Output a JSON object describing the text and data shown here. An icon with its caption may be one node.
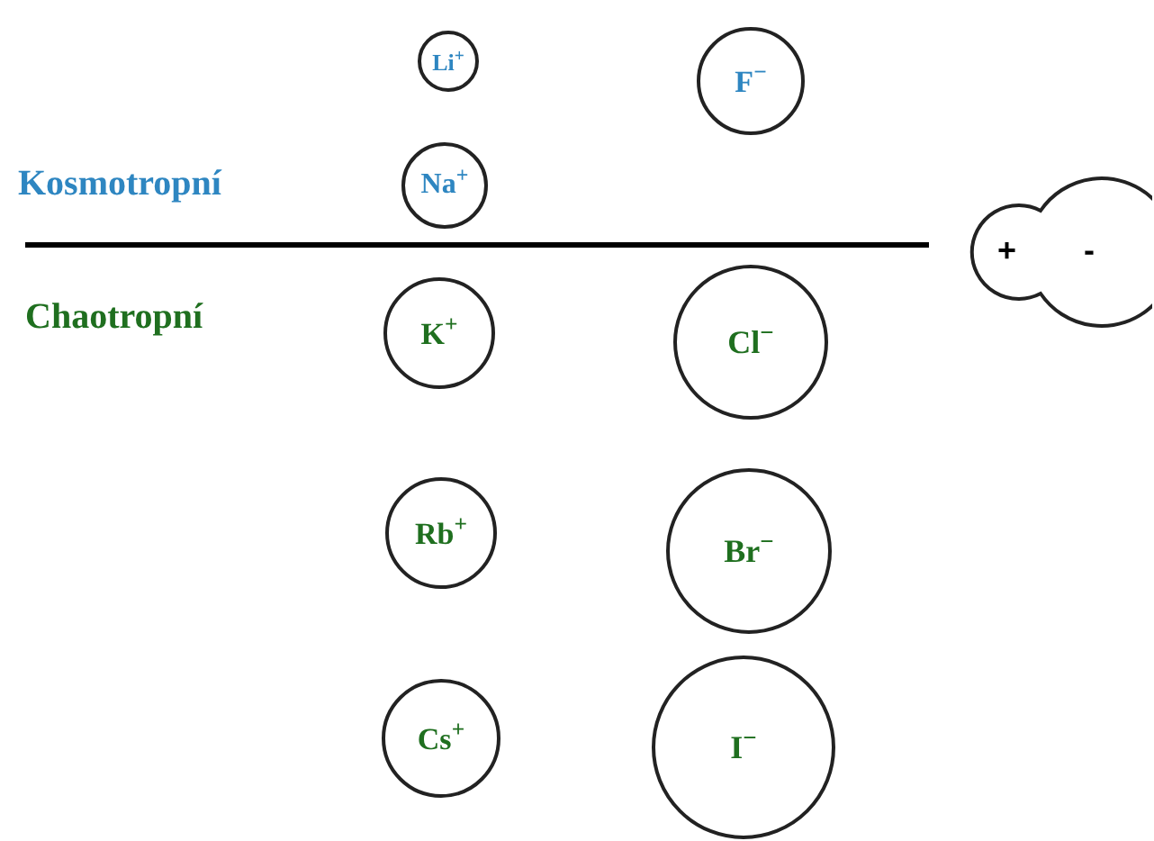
{
  "diagram": {
    "nodes": [
      {
        "text": [
          "Li$^{+}$"
        ]
      },
      {
        "text": [
          "F$^{−}$"
        ]
      },
      {
        "text": [
          "Na$^{+}$"
        ]
      },
      {
        "text": [
          "K$^{+}$"
        ]
      },
      {
        "text": [
          "Cl$^{−}$"
        ]
      },
      {
        "text": [
          "Rb$^{+}$"
        ]
      },
      {
        "text": [
          "Br$^{−}$"
        ]
      },
      {
        "text": [
          "Cs$^{+}$"
        ]
      },
      {
        "text": [
          "I$^{−}$"
        ]
      },
      {
        "text": [
          "+",
          "-"
        ]
      }
    ],
    "labels": [
      "Kosmotropní",
      "Chaotropní"
    ]
  }
}
